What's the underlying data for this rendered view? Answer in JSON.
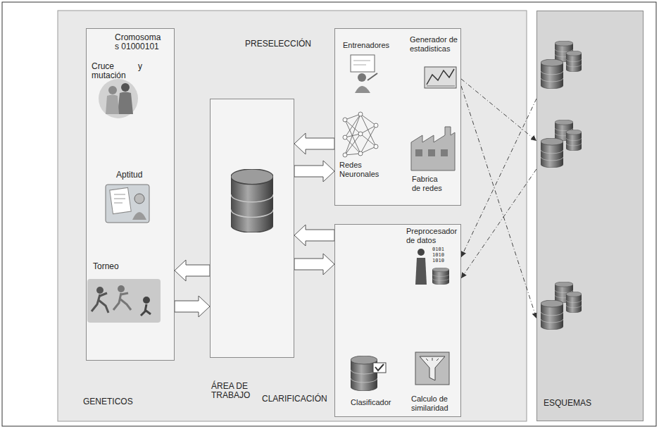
{
  "diagram": {
    "nodes": [
      {
        "text": [
          "GENETICOS",
          "Cromosoma s 01000101",
          "Cruce y mutación",
          "Aptitud",
          "Torneo"
        ]
      },
      {
        "text": [
          "ÁREA DE TRABAJO"
        ]
      },
      {
        "text": [
          "PRESELECCIÓN",
          "Entrenadores",
          "Generador de estadisticas",
          "Redes Neuronales",
          "Fabrica de redes"
        ]
      },
      {
        "text": [
          "CLARIFICACIÓN",
          "Preprocesador de datos",
          "Clasificador",
          "Calculo de similaridad"
        ]
      },
      {
        "text": [
          "ESQUEMAS"
        ]
      }
    ],
    "edges": [
      {
        "from": 1,
        "to": 0,
        "arrow": "to"
      },
      {
        "from": 0,
        "to": 1,
        "arrow": "to"
      },
      {
        "from": 2,
        "to": 1,
        "arrow": "to"
      },
      {
        "from": 1,
        "to": 2,
        "arrow": "to"
      },
      {
        "from": 3,
        "to": 1,
        "arrow": "to"
      },
      {
        "from": 1,
        "to": 3,
        "arrow": "to"
      },
      {
        "from": 2,
        "to": 4,
        "arrow": "to"
      },
      {
        "from": 2,
        "to": 4,
        "arrow": "to"
      },
      {
        "from": 4,
        "to": 3,
        "arrow": "to"
      },
      {
        "from": 4,
        "to": 3,
        "arrow": "to"
      }
    ],
    "labels": [
      "0101",
      "1010",
      "1010"
    ]
  }
}
